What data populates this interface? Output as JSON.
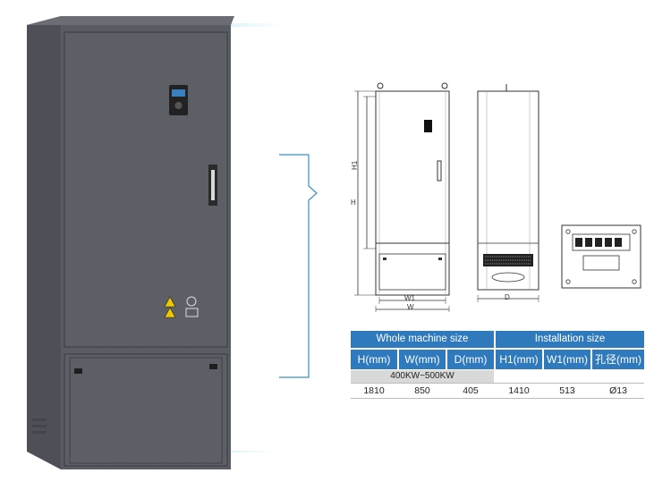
{
  "drawing": {
    "label_h": "H",
    "label_h1": "H1",
    "label_w1": "W1",
    "label_w": "W",
    "label_d": "D"
  },
  "table": {
    "group1": "Whole machine size",
    "group2": "Installation size",
    "headers": [
      "H(mm)",
      "W(mm)",
      "D(mm)",
      "H1(mm)",
      "W1(mm)",
      "孔径(mm)"
    ],
    "power_range": "400KW~500KW",
    "values": [
      "1810",
      "850",
      "405",
      "1410",
      "513",
      "Ø13"
    ]
  },
  "colors": {
    "header_blue": "#2f79bd",
    "cabinet_gray": "#5a5c63",
    "band_gray": "#d9d9d9"
  }
}
